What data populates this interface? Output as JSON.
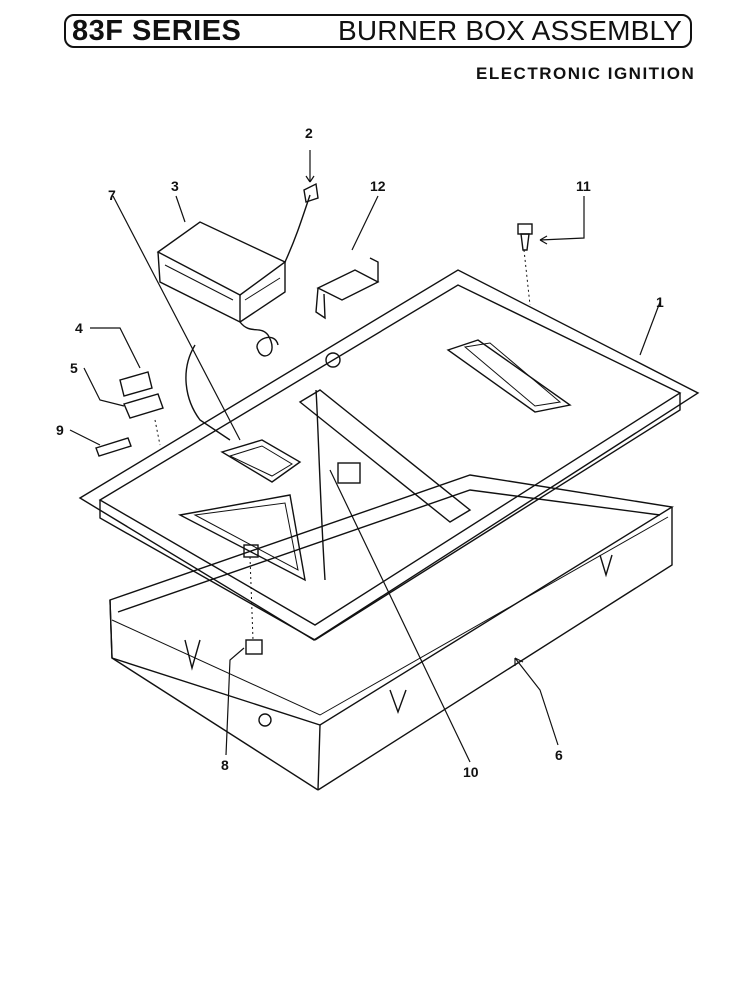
{
  "header": {
    "series": "83F SERIES",
    "assembly": "BURNER BOX ASSEMBLY",
    "subtitle": "ELECTRONIC IGNITION"
  },
  "callouts": [
    "1",
    "2",
    "3",
    "4",
    "5",
    "6",
    "7",
    "8",
    "9",
    "10",
    "11",
    "12"
  ]
}
